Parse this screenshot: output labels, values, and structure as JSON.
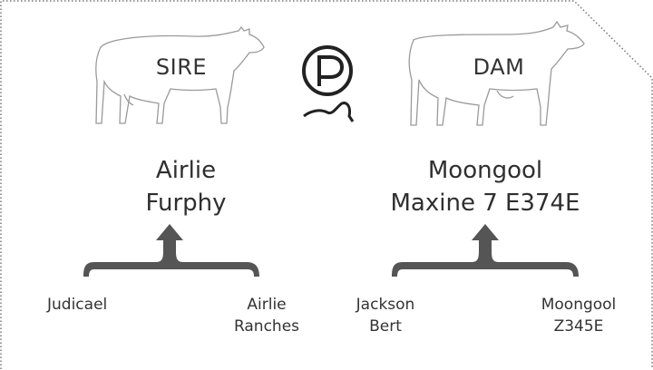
{
  "sire": {
    "label": "SIRE",
    "name": [
      "Airlie",
      "Furphy"
    ],
    "parents": {
      "left": [
        "Judicael"
      ],
      "right": [
        "Airlie",
        "Ranches"
      ]
    }
  },
  "dam": {
    "label": "DAM",
    "name": [
      "Moongool",
      "Maxine 7 E374E"
    ],
    "parents": {
      "left": [
        "Jackson",
        "Bert"
      ],
      "right": [
        "Moongool",
        "Z345E"
      ]
    }
  },
  "logo_icon": "p-rope-logo-icon",
  "colors": {
    "arrow": "#555555",
    "outline": "#8a8a8a",
    "text": "#333333"
  }
}
